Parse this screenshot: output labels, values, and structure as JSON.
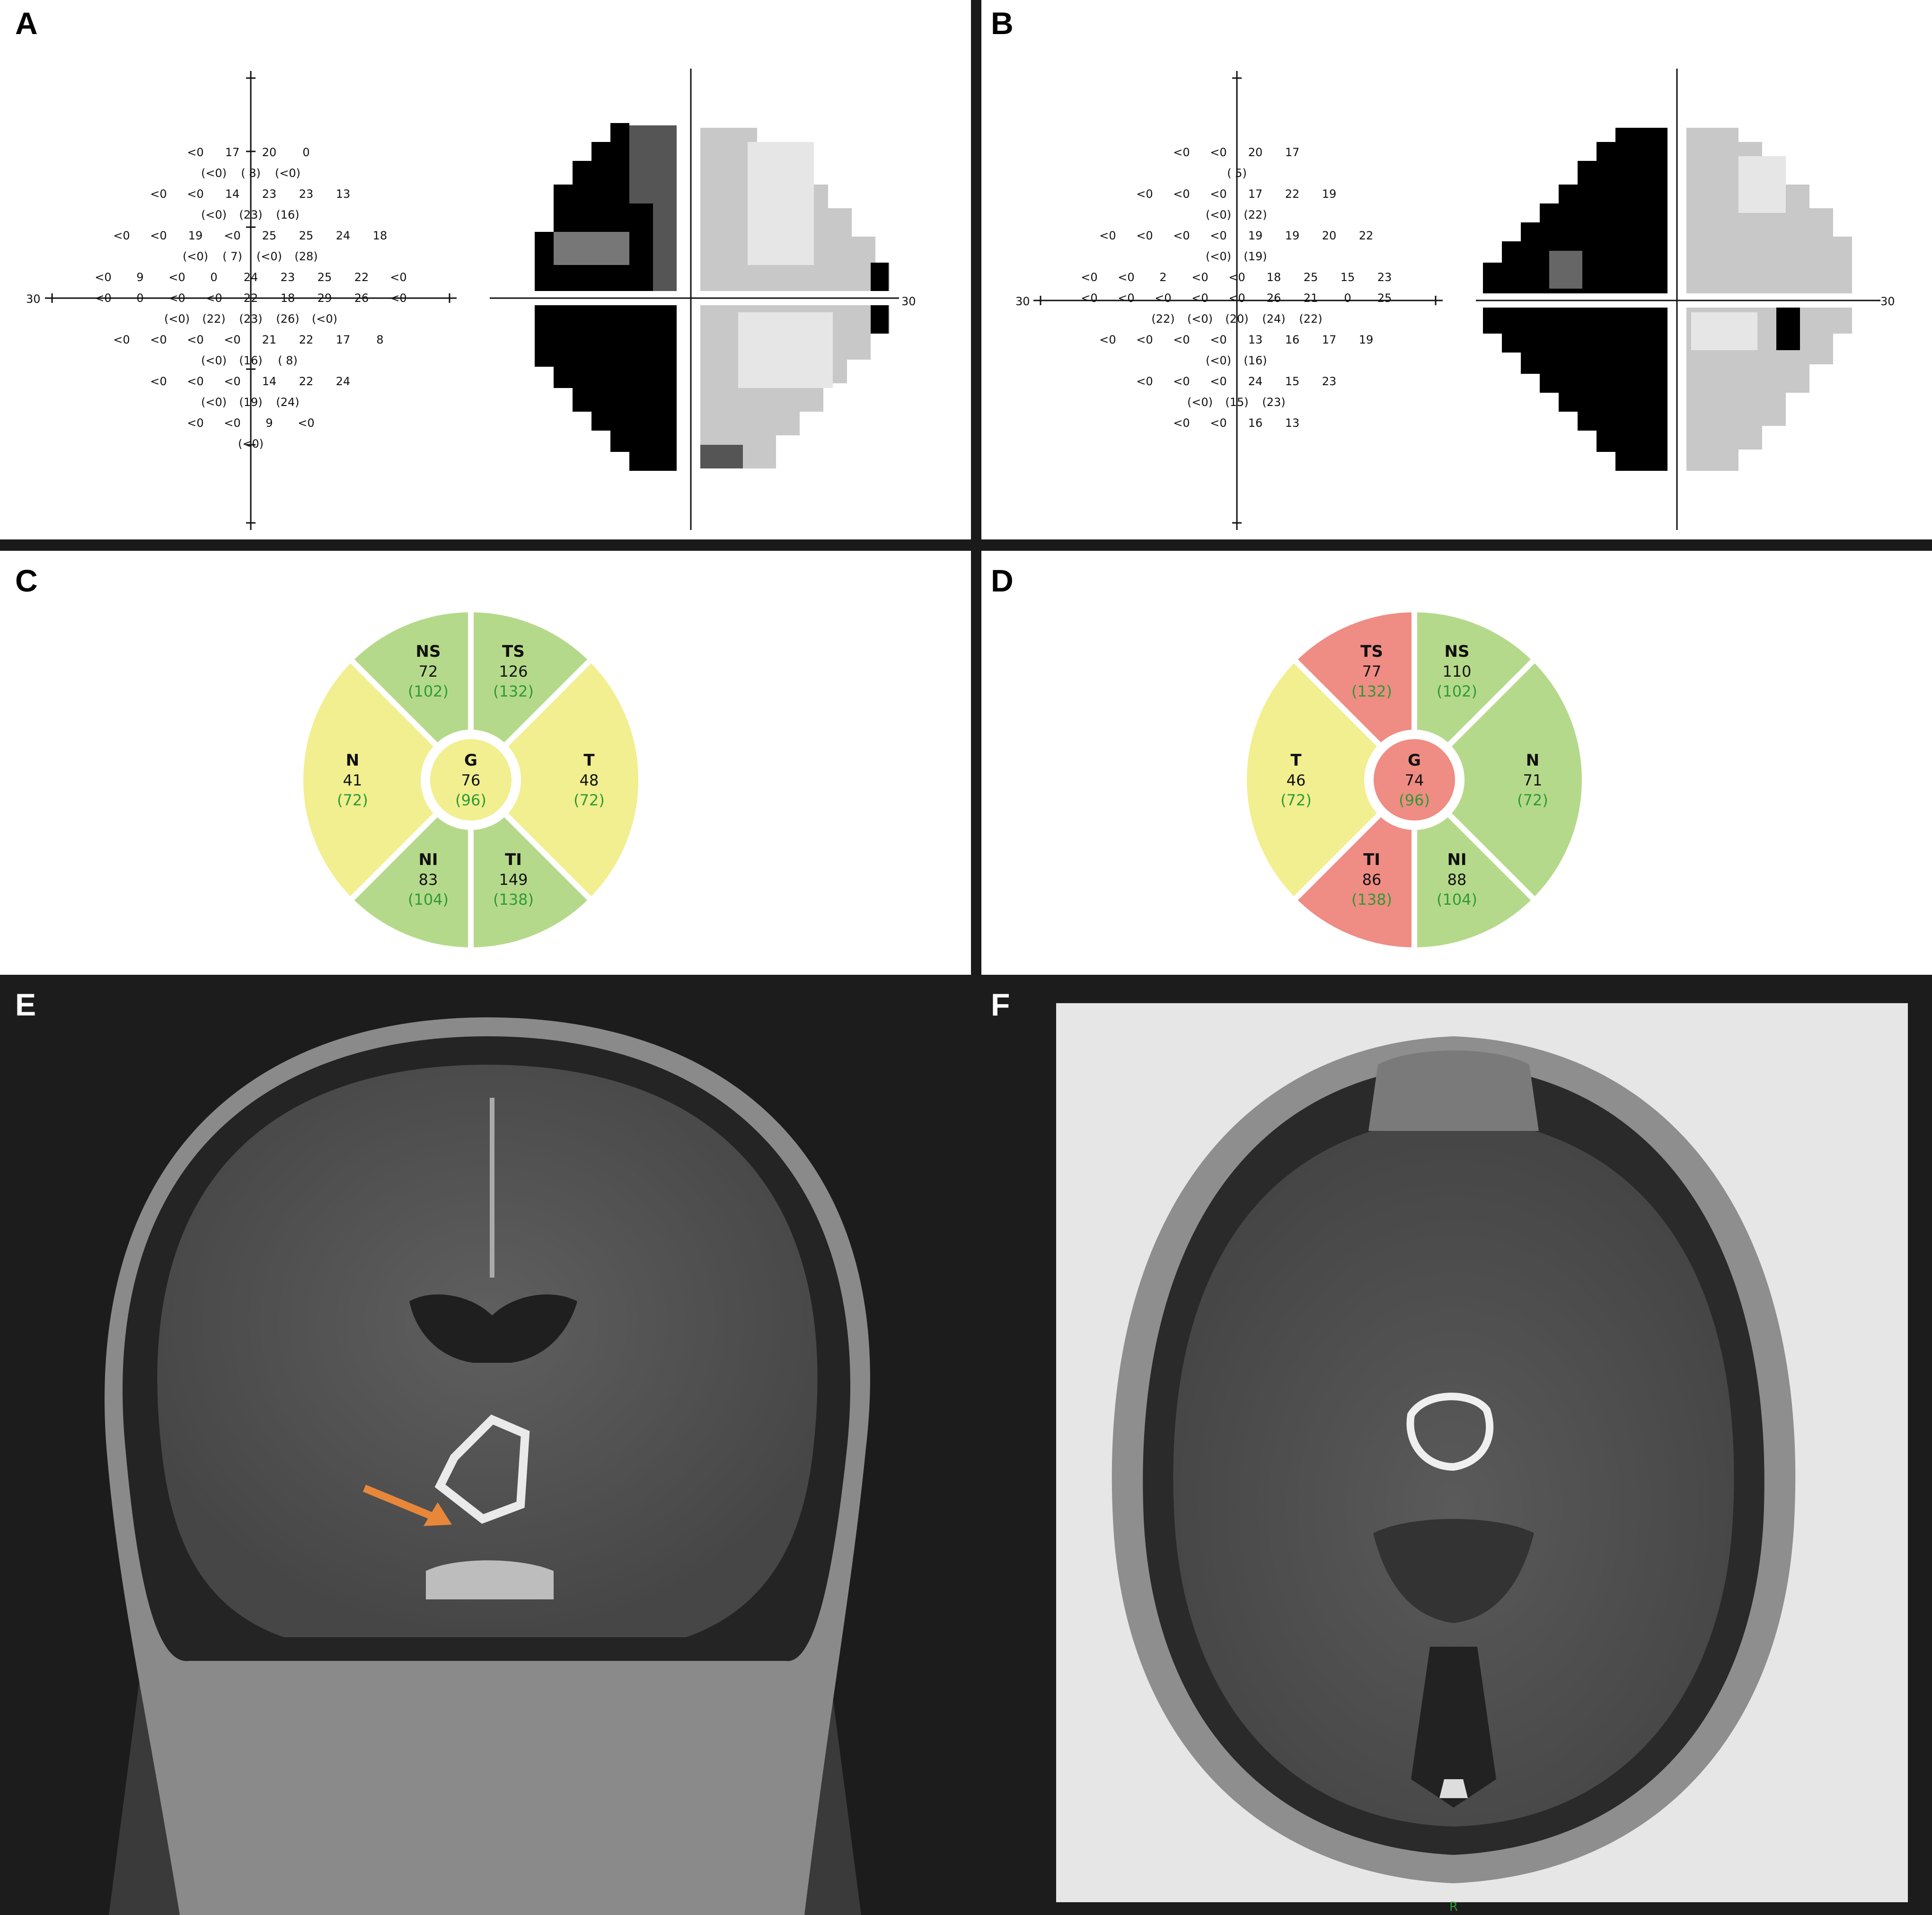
{
  "panels": {
    "A": {
      "label": "A"
    },
    "B": {
      "label": "B"
    },
    "C": {
      "label": "C"
    },
    "D": {
      "label": "D"
    },
    "E": {
      "label": "E"
    },
    "F": {
      "label": "F"
    }
  },
  "visual_field": {
    "axis_label": "30",
    "A_values": [
      [
        "<0",
        "17",
        "20",
        "0"
      ],
      [
        "(<0)",
        "( 8)",
        "(<0)"
      ],
      [
        "<0",
        "<0",
        "14",
        "23",
        "23",
        "13"
      ],
      [
        "(<0)",
        "(23)",
        "(16)"
      ],
      [
        "<0",
        "<0",
        "19",
        "<0",
        "25",
        "25",
        "24",
        "18"
      ],
      [
        "(<0)",
        "( 7)",
        "(<0)",
        "(28)"
      ],
      [
        "<0",
        "9",
        "<0",
        "0",
        "24",
        "23",
        "25",
        "22",
        "<0"
      ],
      [
        "<0",
        "0",
        "<0",
        "<0",
        "22",
        "18",
        "29",
        "26",
        "<0"
      ],
      [
        "(<0)",
        "(22)",
        "(23)",
        "(26)",
        "(<0)"
      ],
      [
        "<0",
        "<0",
        "<0",
        "<0",
        "21",
        "22",
        "17",
        "8"
      ],
      [
        "(<0)",
        "(16)",
        "( 8)"
      ],
      [
        "<0",
        "<0",
        "<0",
        "14",
        "22",
        "24"
      ],
      [
        "(<0)",
        "(19)",
        "(24)"
      ],
      [
        "<0",
        "<0",
        "9",
        "<0"
      ],
      [
        "(<0)"
      ]
    ],
    "B_values": [
      [
        "<0",
        "<0",
        "20",
        "17"
      ],
      [
        "( 5)"
      ],
      [
        "<0",
        "<0",
        "<0",
        "17",
        "22",
        "19"
      ],
      [
        "(<0)",
        "(22)"
      ],
      [
        "<0",
        "<0",
        "<0",
        "<0",
        "19",
        "19",
        "20",
        "22"
      ],
      [
        "(<0)",
        "(19)"
      ],
      [
        "<0",
        "<0",
        "2",
        "<0",
        "<0",
        "18",
        "25",
        "15",
        "23"
      ],
      [
        "<0",
        "<0",
        "<0",
        "<0",
        "<0",
        "26",
        "21",
        "0",
        "25"
      ],
      [
        "(22)",
        "(<0)",
        "(20)",
        "(24)",
        "(22)"
      ],
      [
        "<0",
        "<0",
        "<0",
        "<0",
        "13",
        "16",
        "17",
        "19"
      ],
      [
        "(<0)",
        "(16)"
      ],
      [
        "<0",
        "<0",
        "<0",
        "24",
        "15",
        "23"
      ],
      [
        "(<0)",
        "(15)",
        "(23)"
      ],
      [
        "<0",
        "<0",
        "16",
        "13"
      ]
    ]
  },
  "oct": {
    "C": {
      "sectors": {
        "NS": {
          "title": "NS",
          "value": "72",
          "normal": "(102)",
          "color": "#b5d98a"
        },
        "TS": {
          "title": "TS",
          "value": "126",
          "normal": "(132)",
          "color": "#b5d98a"
        },
        "N": {
          "title": "N",
          "value": "41",
          "normal": "(72)",
          "color": "#f1ef8f"
        },
        "T": {
          "title": "T",
          "value": "48",
          "normal": "(72)",
          "color": "#f1ef8f"
        },
        "NI": {
          "title": "NI",
          "value": "83",
          "normal": "(104)",
          "color": "#b5d98a"
        },
        "TI": {
          "title": "TI",
          "value": "149",
          "normal": "(138)",
          "color": "#b5d98a"
        },
        "G": {
          "title": "G",
          "value": "76",
          "normal": "(96)",
          "color": "#f1ef8f"
        }
      }
    },
    "D": {
      "sectors": {
        "TS": {
          "title": "TS",
          "value": "77",
          "normal": "(132)",
          "color": "#ef8c84"
        },
        "NS": {
          "title": "NS",
          "value": "110",
          "normal": "(102)",
          "color": "#b5d98a"
        },
        "T": {
          "title": "T",
          "value": "46",
          "normal": "(72)",
          "color": "#f1ef8f"
        },
        "N": {
          "title": "N",
          "value": "71",
          "normal": "(72)",
          "color": "#b5d98a"
        },
        "TI": {
          "title": "TI",
          "value": "86",
          "normal": "(138)",
          "color": "#ef8c84"
        },
        "NI": {
          "title": "NI",
          "value": "88",
          "normal": "(104)",
          "color": "#b5d98a"
        },
        "G": {
          "title": "G",
          "value": "74",
          "normal": "(96)",
          "color": "#ef8c84"
        }
      }
    }
  },
  "mri": {
    "E_arrow_color": "#e8873a",
    "F_marker": "R"
  }
}
